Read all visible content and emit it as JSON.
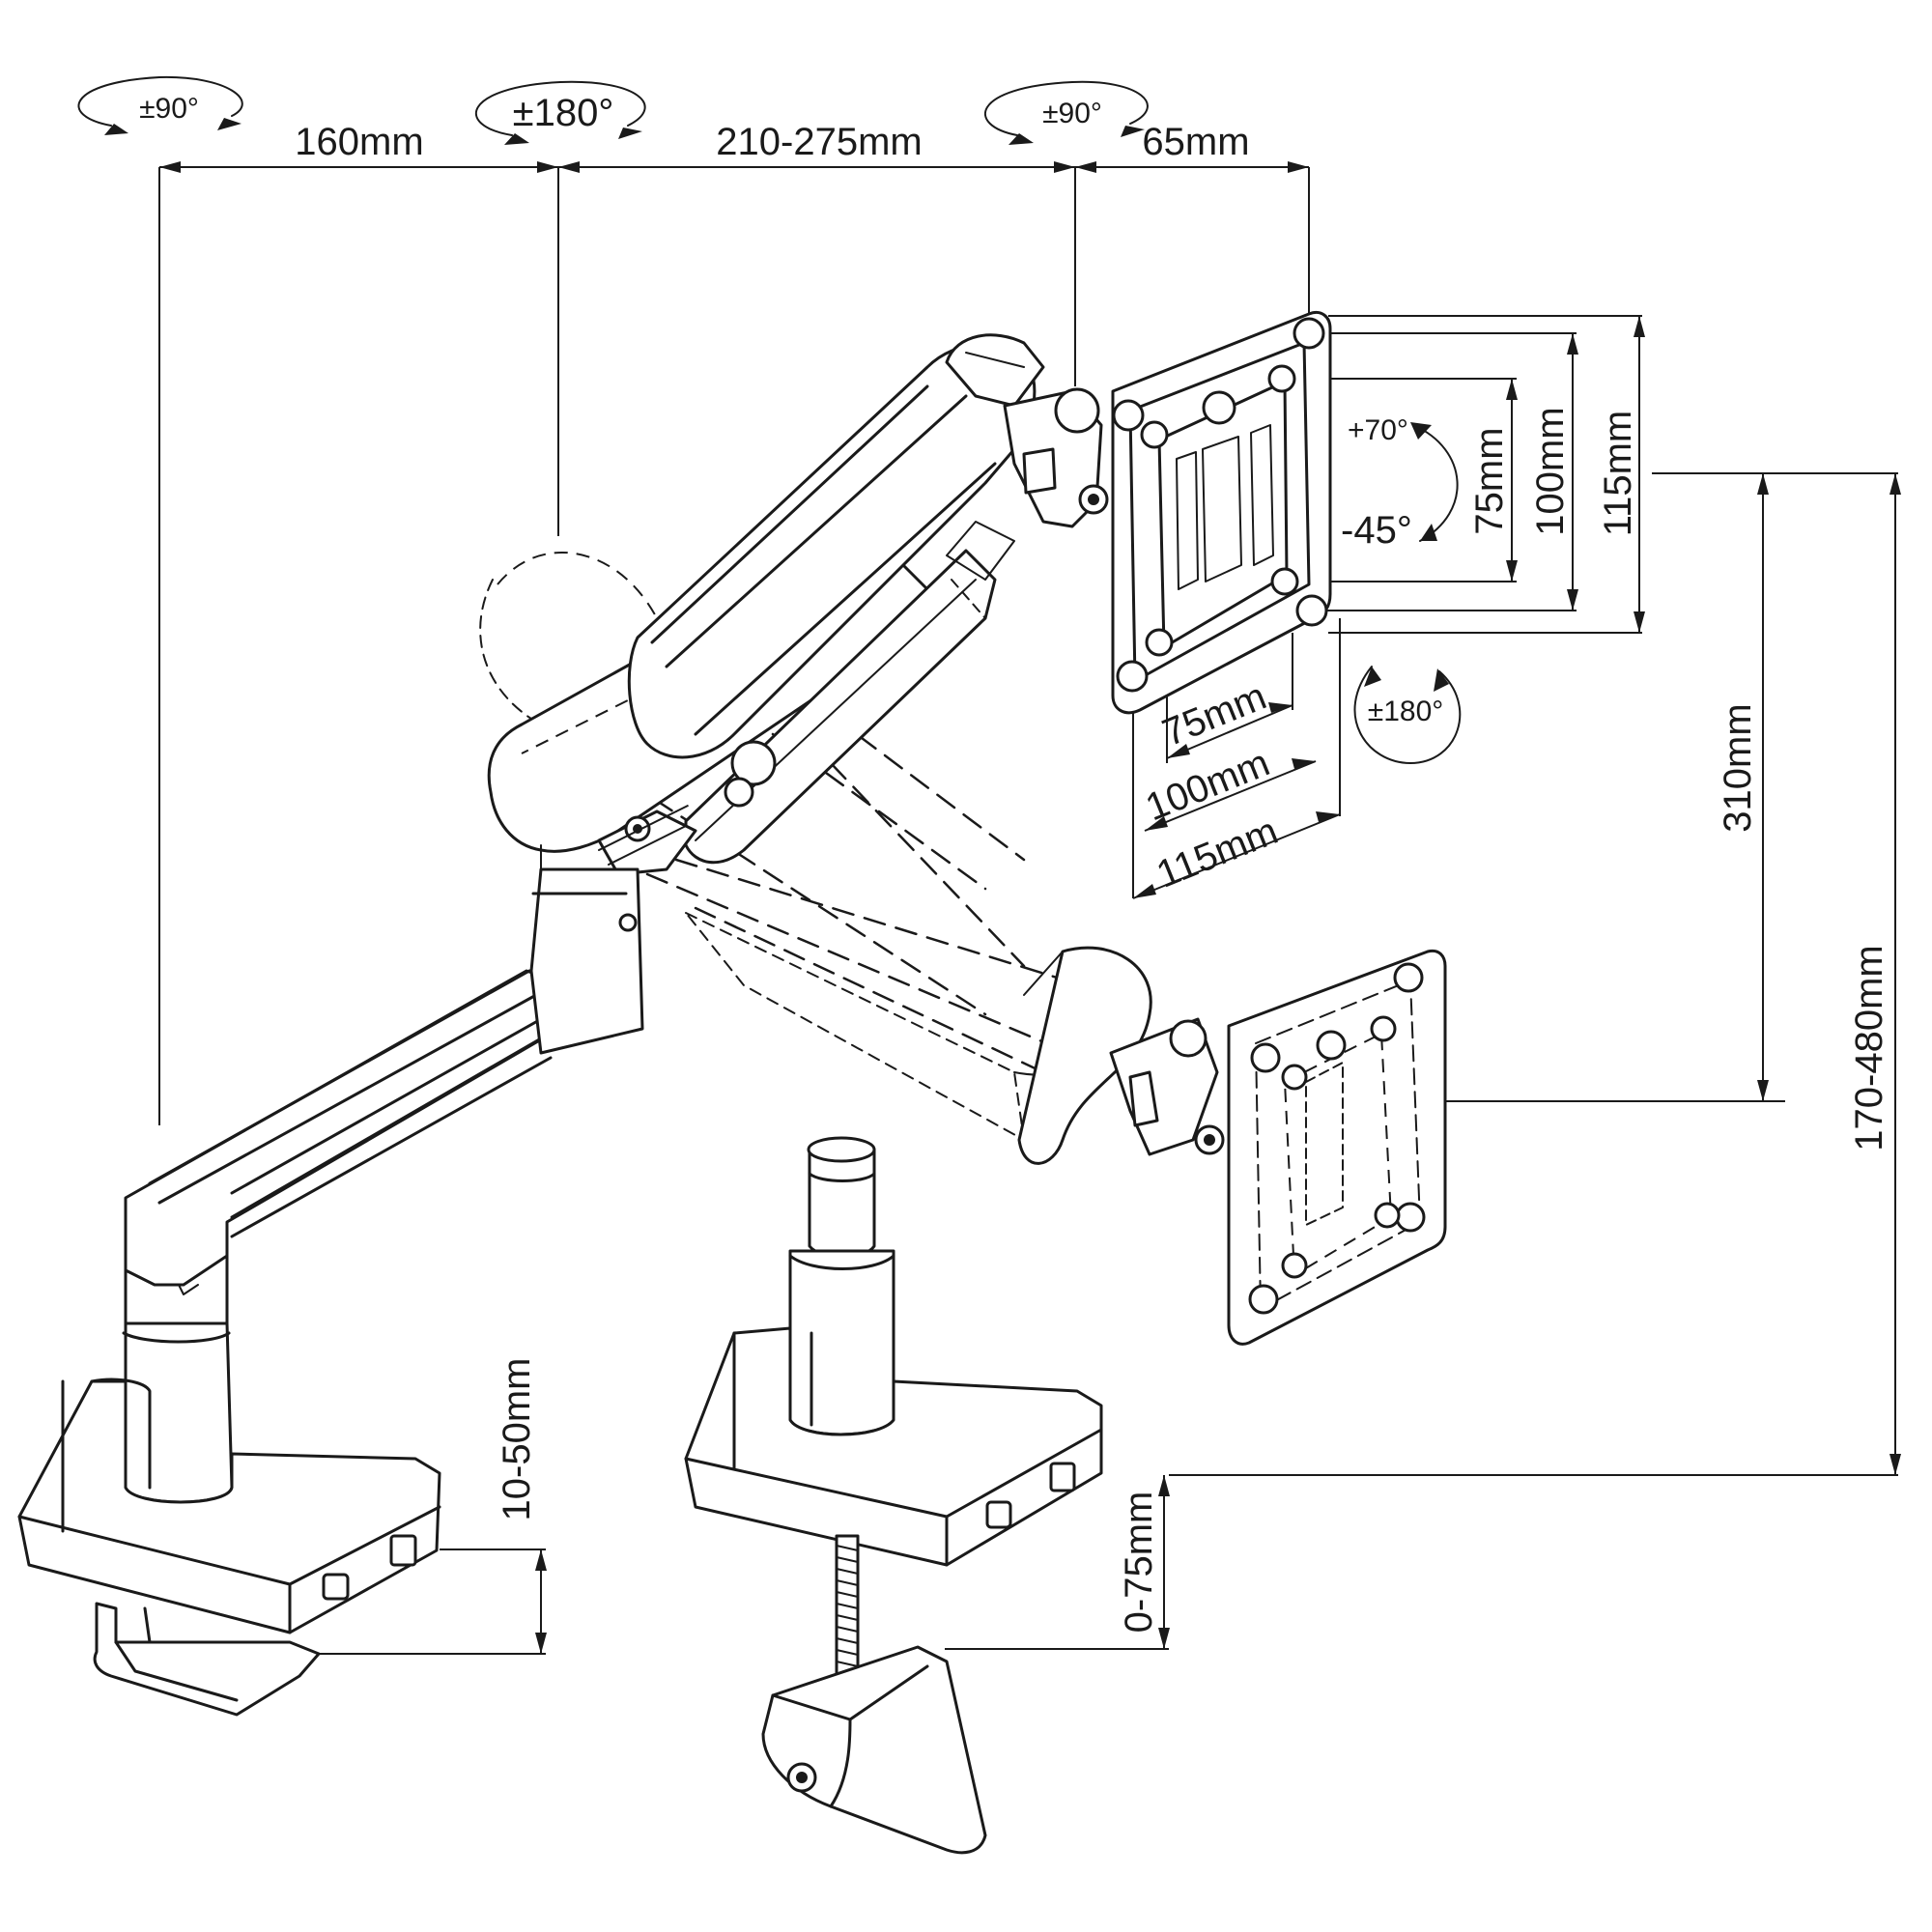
{
  "labels": {
    "rot_base": "±90°",
    "rot_elbow": "±180°",
    "rot_head": "±90°",
    "len_lower_arm": "160mm",
    "len_upper_arm": "210-275mm",
    "len_head": "65mm",
    "tilt_up": "+70°",
    "tilt_down": "-45°",
    "rot_screen": "±180°",
    "vesa_v_75": "75mm",
    "vesa_v_100": "100mm",
    "vesa_v_115": "115mm",
    "vesa_h_75": "75mm",
    "vesa_h_100": "100mm",
    "vesa_h_115": "115mm",
    "height_adjust": "310mm",
    "height_total": "170-480mm",
    "desk_clamp_edge": "10-50mm",
    "desk_clamp_grommet": "0-75mm"
  },
  "colors": {
    "line": "#1a1a1a",
    "background": "#ffffff"
  }
}
